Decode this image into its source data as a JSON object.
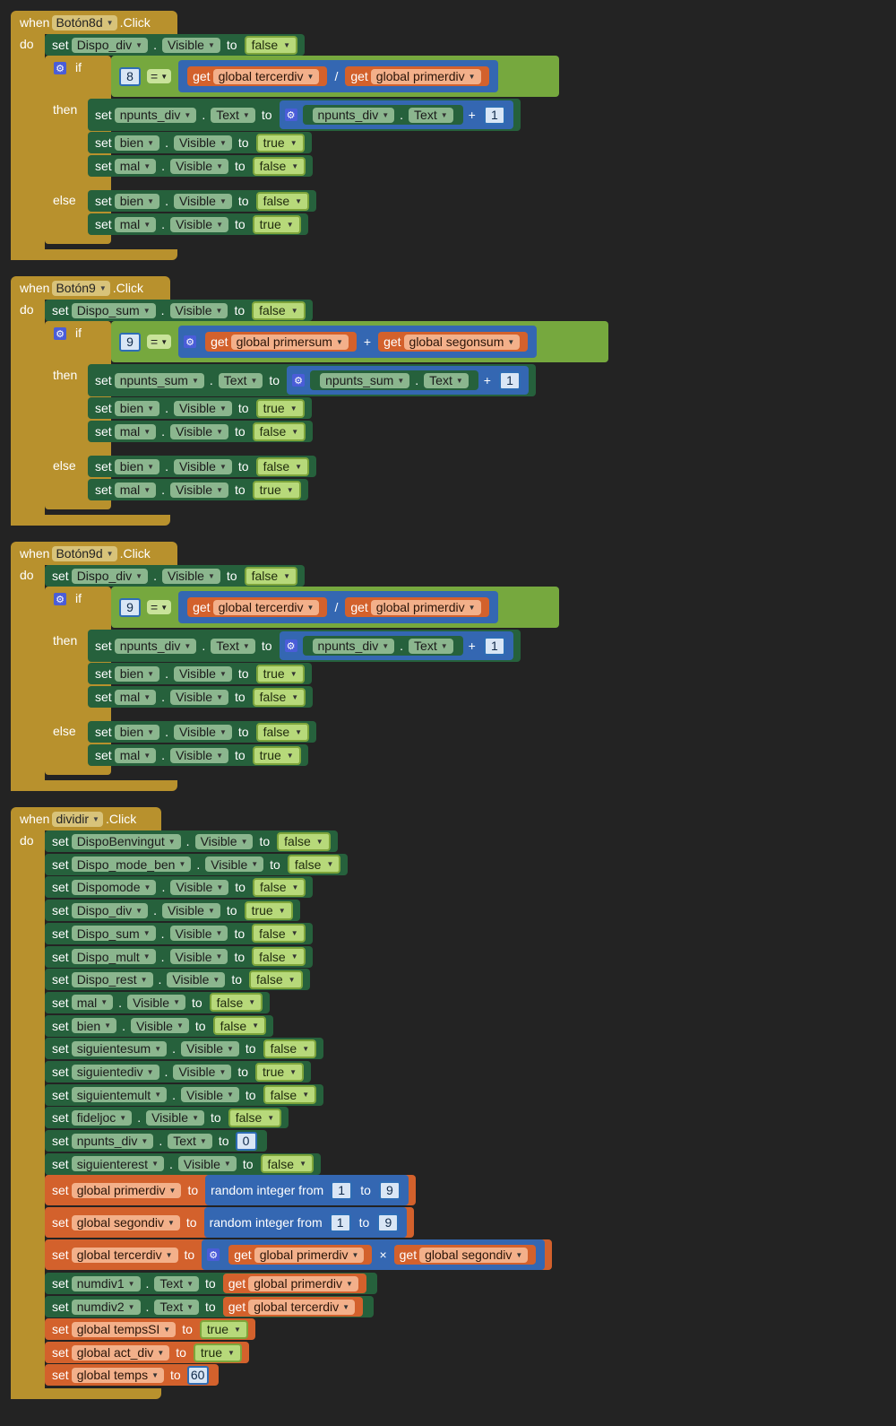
{
  "kw": {
    "when": "when",
    "do": "do",
    "if": "if",
    "then": "then",
    "else": "else",
    "set": "set",
    "to": "to",
    "get": "get",
    "random": "random integer from",
    "to2": "to"
  },
  "ev1": {
    "comp": "Botón8d",
    "event": ".Click",
    "s0": {
      "comp": "Dispo_div",
      "prop": "Visible",
      "val": "false"
    },
    "cmp_num": "8",
    "op": "=",
    "div_a": "global tercerdiv",
    "div_op": "/",
    "div_b": "global primerdiv",
    "then": [
      {
        "comp": "npunts_div",
        "prop": "Text",
        "add_comp": "npunts_div",
        "add_prop": "Text",
        "plus": "+",
        "n": "1"
      },
      {
        "comp": "bien",
        "prop": "Visible",
        "val": "true"
      },
      {
        "comp": "mal",
        "prop": "Visible",
        "val": "false"
      }
    ],
    "else": [
      {
        "comp": "bien",
        "prop": "Visible",
        "val": "false"
      },
      {
        "comp": "mal",
        "prop": "Visible",
        "val": "true"
      }
    ]
  },
  "ev2": {
    "comp": "Botón9",
    "event": ".Click",
    "s0": {
      "comp": "Dispo_sum",
      "prop": "Visible",
      "val": "false"
    },
    "cmp_num": "9",
    "op": "=",
    "sum_a": "global primersum",
    "sum_op": "+",
    "sum_b": "global segonsum",
    "then": [
      {
        "comp": "npunts_sum",
        "prop": "Text",
        "add_comp": "npunts_sum",
        "add_prop": "Text",
        "plus": "+",
        "n": "1"
      },
      {
        "comp": "bien",
        "prop": "Visible",
        "val": "true"
      },
      {
        "comp": "mal",
        "prop": "Visible",
        "val": "false"
      }
    ],
    "else": [
      {
        "comp": "bien",
        "prop": "Visible",
        "val": "false"
      },
      {
        "comp": "mal",
        "prop": "Visible",
        "val": "true"
      }
    ]
  },
  "ev3": {
    "comp": "Botón9d",
    "event": ".Click",
    "s0": {
      "comp": "Dispo_div",
      "prop": "Visible",
      "val": "false"
    },
    "cmp_num": "9",
    "op": "=",
    "div_a": "global tercerdiv",
    "div_op": "/",
    "div_b": "global primerdiv",
    "then": [
      {
        "comp": "npunts_div",
        "prop": "Text",
        "add_comp": "npunts_div",
        "add_prop": "Text",
        "plus": "+",
        "n": "1"
      },
      {
        "comp": "bien",
        "prop": "Visible",
        "val": "true"
      },
      {
        "comp": "mal",
        "prop": "Visible",
        "val": "false"
      }
    ],
    "else": [
      {
        "comp": "bien",
        "prop": "Visible",
        "val": "false"
      },
      {
        "comp": "mal",
        "prop": "Visible",
        "val": "true"
      }
    ]
  },
  "ev4": {
    "comp": "dividir",
    "event": ".Click",
    "sets": [
      {
        "comp": "DispoBenvingut",
        "prop": "Visible",
        "val": "false"
      },
      {
        "comp": "Dispo_mode_ben",
        "prop": "Visible",
        "val": "false"
      },
      {
        "comp": "Dispomode",
        "prop": "Visible",
        "val": "false"
      },
      {
        "comp": "Dispo_div",
        "prop": "Visible",
        "val": "true"
      },
      {
        "comp": "Dispo_sum",
        "prop": "Visible",
        "val": "false"
      },
      {
        "comp": "Dispo_mult",
        "prop": "Visible",
        "val": "false"
      },
      {
        "comp": "Dispo_rest",
        "prop": "Visible",
        "val": "false"
      },
      {
        "comp": "mal",
        "prop": "Visible",
        "val": "false"
      },
      {
        "comp": "bien",
        "prop": "Visible",
        "val": "false"
      },
      {
        "comp": "siguientesum",
        "prop": "Visible",
        "val": "false"
      },
      {
        "comp": "siguientediv",
        "prop": "Visible",
        "val": "true"
      },
      {
        "comp": "siguientemult",
        "prop": "Visible",
        "val": "false"
      },
      {
        "comp": "fideljoc",
        "prop": "Visible",
        "val": "false"
      },
      {
        "comp": "npunts_div",
        "prop": "Text",
        "num": "0"
      },
      {
        "comp": "siguienterest",
        "prop": "Visible",
        "val": "false"
      }
    ],
    "g1": {
      "var": "global primerdiv",
      "from": "1",
      "to": "9"
    },
    "g2": {
      "var": "global segondiv",
      "from": "1",
      "to": "9"
    },
    "g3": {
      "var": "global tercerdiv",
      "a": "global primerdiv",
      "op": "×",
      "b": "global segondiv"
    },
    "n1": {
      "comp": "numdiv1",
      "prop": "Text",
      "get": "global primerdiv"
    },
    "n2": {
      "comp": "numdiv2",
      "prop": "Text",
      "get": "global tercerdiv"
    },
    "t1": {
      "var": "global tempsSI",
      "val": "true"
    },
    "t2": {
      "var": "global act_div",
      "val": "true"
    },
    "t3": {
      "var": "global temps",
      "num": "60"
    }
  },
  "colors": {
    "event": "#b8912d",
    "set": "#26613c",
    "var": "#d3612c",
    "math": "#3467b2",
    "logic": "#76a83e"
  }
}
